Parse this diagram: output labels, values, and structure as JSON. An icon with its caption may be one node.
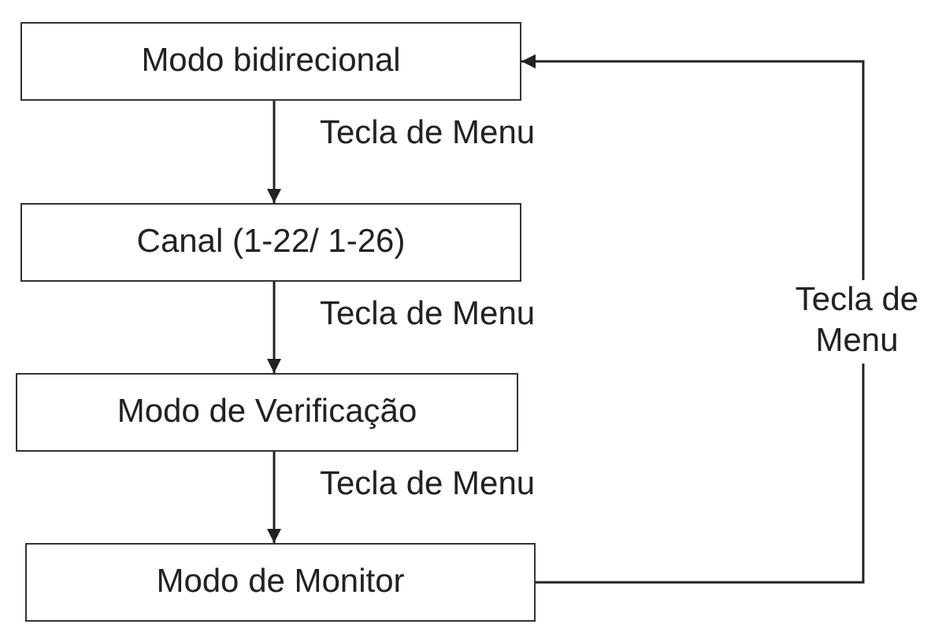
{
  "diagram": {
    "nodes": [
      {
        "text": [
          "Modo bidirecional"
        ]
      },
      {
        "text": [
          "Canal (1-22/ 1-26)"
        ]
      },
      {
        "text": [
          "Modo de Verificação"
        ]
      },
      {
        "text": [
          "Modo de Monitor"
        ]
      }
    ],
    "edges": [
      {
        "from": 0,
        "to": 1,
        "arrow": "to",
        "label": "Tecla de Menu"
      },
      {
        "from": 1,
        "to": 2,
        "arrow": "to",
        "label": "Tecla de Menu"
      },
      {
        "from": 2,
        "to": 3,
        "arrow": "to",
        "label": "Tecla de Menu"
      },
      {
        "from": 3,
        "to": 0,
        "arrow": "to",
        "label": "Tecla de Menu"
      }
    ]
  }
}
